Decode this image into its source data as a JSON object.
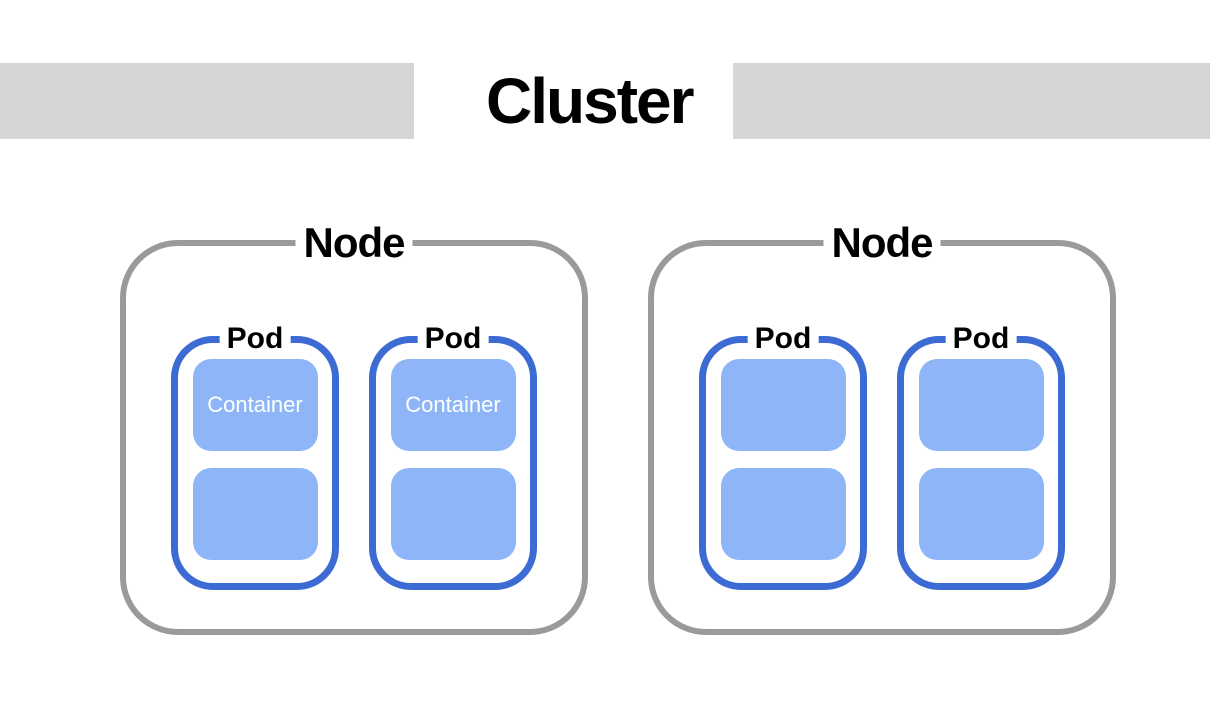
{
  "title": "Cluster",
  "colors": {
    "background": "#ffffff",
    "bar-fill": "#d6d6d6",
    "node-border": "#9a9a9a",
    "pod-border": "#3c6cd3",
    "container-fill": "#8db5f8",
    "label-text": "#000000",
    "container-text": "#ffffff"
  },
  "nodes": [
    {
      "label": "Node",
      "pods": [
        {
          "label": "Pod",
          "containers": [
            {
              "label": "Container"
            },
            {
              "label": ""
            }
          ]
        },
        {
          "label": "Pod",
          "containers": [
            {
              "label": "Container"
            },
            {
              "label": ""
            }
          ]
        }
      ]
    },
    {
      "label": "Node",
      "pods": [
        {
          "label": "Pod",
          "containers": [
            {
              "label": ""
            },
            {
              "label": ""
            }
          ]
        },
        {
          "label": "Pod",
          "containers": [
            {
              "label": ""
            },
            {
              "label": ""
            }
          ]
        }
      ]
    }
  ]
}
